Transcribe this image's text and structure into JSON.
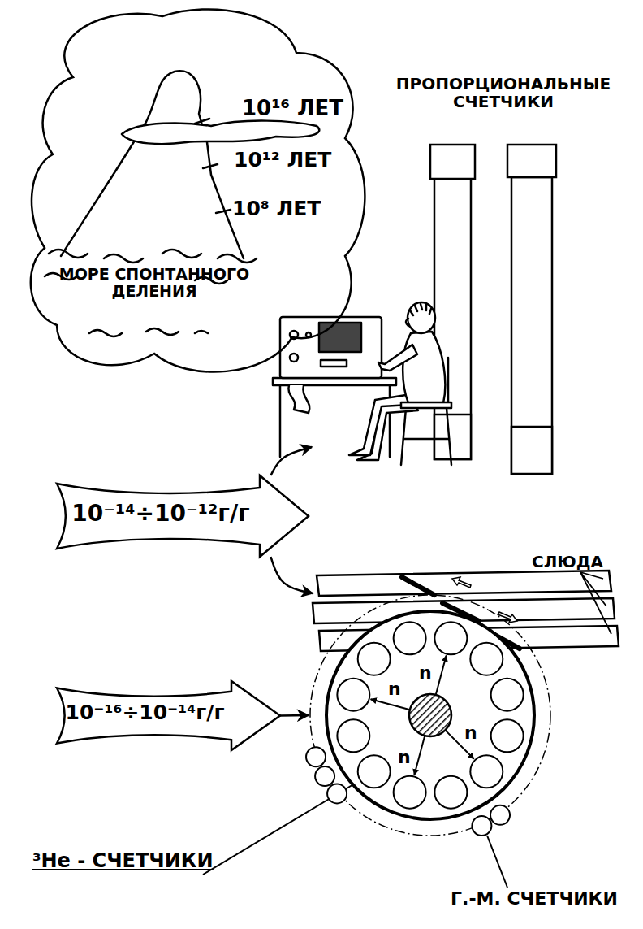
{
  "diagram": {
    "nodes": [
      {
        "text": [
          "10¹⁶ ЛЕТ",
          "10¹² ЛЕТ",
          "10⁸ ЛЕТ",
          "МОРЕ СПОНТАННОГО ДЕЛЕНИЯ"
        ]
      },
      {
        "text": [
          "ПРОПОРЦИОНАЛЬНЫЕ СЧЕТЧИКИ"
        ]
      },
      {
        "text": [
          "10⁻¹⁴÷10⁻¹²г/г"
        ]
      },
      {
        "text": [
          "СЛЮДА"
        ]
      },
      {
        "text": [
          "10⁻¹⁶÷10⁻¹⁴г/г"
        ]
      },
      {
        "text": [
          "n",
          "n",
          "n",
          "n"
        ]
      }
    ],
    "edges": [
      {
        "from": 2,
        "to": 1,
        "arrow": "to"
      },
      {
        "from": 2,
        "to": 3,
        "arrow": "to"
      },
      {
        "from": 4,
        "to": 5,
        "arrow": "to"
      }
    ],
    "labels": [
      "³He - СЧЕТЧИКИ",
      "Г.-М. СЧЕТЧИКИ"
    ]
  }
}
